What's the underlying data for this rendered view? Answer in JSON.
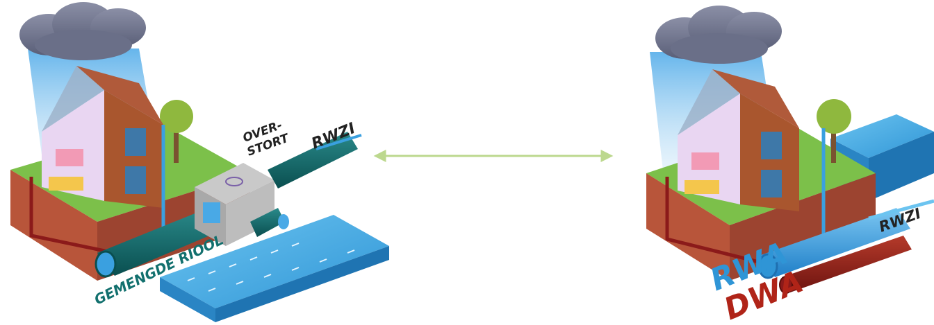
{
  "left_diagram": {
    "overflow_label": "OVER-\nSTORT",
    "overflow_line1": "OVER-",
    "overflow_line2": "STORT",
    "treatment_label": "RWZI",
    "sewer_label": "GEMENGDE RIOOL"
  },
  "right_diagram": {
    "treatment_label": "RWZI",
    "rainwater_label": "RWA",
    "wastewater_label": "DWA"
  },
  "connector": {
    "arrow": "double-headed-arrow"
  },
  "colors": {
    "pipe_teal": "#0f6b6b",
    "rain_pipe_blue": "#3aa0e0",
    "waste_pipe_red": "#8b1a1a",
    "arrow_green": "#bcd88e",
    "water_blue": "#3ea8e4",
    "ground_brown": "#b8553a"
  }
}
